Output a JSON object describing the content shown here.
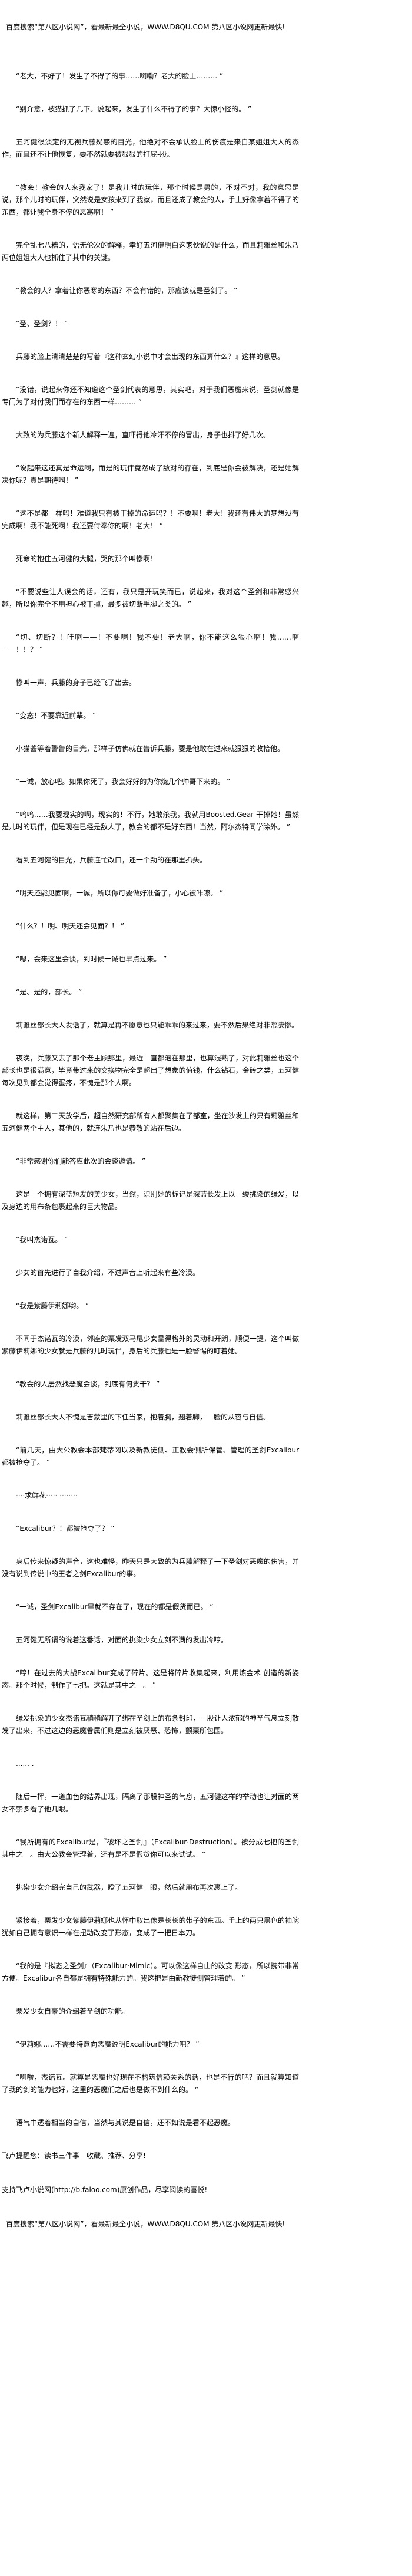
{
  "header_banner": "百度搜索“第八区小说网”，看最新最全小说，WWW.D8QU.COM   第八区小说网更新最快!",
  "paragraphs": [
    "“老大，不好了！发生了不得了的事……啊嘞？老大的脸上……… ”",
    "“别介意，被猫抓了几下。说起来，发生了什么不得了的事？大惊小怪的。 ”",
    "五河健很淡定的无视兵藤疑惑的目光，他绝对不会承认脸上的伤痕是来自某姐姐大人的杰作，而且还不让他恢复，要不然就要被狠狠的打屁-股。",
    "“教会！教会的人来我家了！是我儿时的玩伴，那个时候是男的，不对不对，我的意思是说，那个儿时的玩伴，突然说是女孩来到了我家，而且还成了教会的人，手上好像拿着不得了的东西，都让我全身不停的恶寒啊！ ”",
    "完全乱七八糟的，语无伦次的解释，幸好五河健明白这家伙说的是什么，而且莉雅丝和朱乃两位姐姐大人也抓住了其中的关键。",
    "“教会的人？拿着让你恶寒的东西？不会有错的，那应该就是圣剑了。 ”",
    "“圣、圣剑？！ ”",
    "兵藤的脸上清清楚楚的写着『这种玄幻小说中才会出现的东西算什么？』这样的意思。",
    "“没错，说起来你还不知道这个圣剑代表的意思，其实吧，对于我们恶魔来说，圣剑就像是专门为了对付我们而存在的东西一样……… ”",
    "大致的为兵藤这个新人解释一遍，直吓得他冷汗不停的冒出，身子也抖了好几次。",
    "“说起来这还真是命运啊，而是的玩伴竟然成了敌对的存在，到底是你会被解决，还是她解决你呢？真是期待啊！ ”",
    "“这不是都一样吗！难道我只有被干掉的命运吗？！不要啊！老大！我还有伟大的梦想没有完成啊！我不能死啊！我还要侍奉你的啊！老大！ ”",
    "死命的抱住五河健的大腿，哭的那个叫惨啊！",
    "“不要说些让人误会的话，还有，我只是开玩笑而已，说起来，我对这个圣剑和非常感兴趣，所以你完全不用担心被干掉，最多被切断手脚之类的。 ”",
    "“切、切断？！哇啊——！不要啊！我不要！老大啊，你不能这么狠心啊！我……啊——！！？ ”",
    "惨叫一声，兵藤的身子已经飞了出去。",
    "“变态！不要靠近前辈。 ”",
    "小猫酱等着警告的目光，那样子仿佛就在告诉兵藤，要是他敢在过来就狠狠的收拾他。",
    "“一诚，放心吧。如果你死了，我会好好的为你烧几个帅哥下来的。 ”",
    "“呜呜……我要现实的啊，现实的！不行，她敢杀我，我就用Boosted.Gear 干掉她！虽然是儿时的玩伴，但是现在已经是敌人了，教会的都不是好东西！当然，阿尔杰特同学除外。 ”",
    "看到五河健的目光，兵藤连忙改口，还一个劲的在那里抓头。",
    "“明天还能见面啊，一诚，所以你可要做好准备了，小心被咔嚓。 ”",
    "“什么？！明、明天还会见面？！ ”",
    "“嗯，会来这里会谈，到时候一诚也早点过来。 ”",
    "“是、是的，部长。 ”",
    "莉雅丝部长大人发话了，就算是再不愿意也只能乖乖的来过来，要不然后果绝对非常凄惨。",
    "夜晚，兵藤又去了那个老主顾那里，最近一直都泡在那里，也算混熟了，对此莉雅丝也这个部长也是很满意，毕竟带过来的交换物完全是超出了想象的值钱，什么钻石，金砖之类，五河健每次见到都会觉得蛋疼，不愧是那个人啊。",
    "就这样，第二天放学后，超自然研究部所有人都聚集在了部室，坐在沙发上的只有莉雅丝和五河健两个主人，其他的，就连朱乃也是恭敬的站在后边。",
    "“非常感谢你们能答应此次的会谈邀请。 ”",
    "这是一个拥有深蓝短发的美少女，当然，识别她的标记是深蓝长发上以一缕挑染的绿发，以及身边的用布条包裹起来的巨大物品。",
    "“我叫杰诺瓦。 ”",
    "少女的首先进行了自我介绍，不过声音上听起来有些冷漠。",
    "“我是紫藤伊莉娜哟。 ”",
    "不同于杰诺瓦的冷漠，邻座的栗发双马尾少女显得格外的灵动和开朗，顺便一提，这个叫做紫藤伊莉娜的少女就是兵藤的儿时玩伴，身后的兵藤也是一脸警惕的盯着她。",
    "“教会的人居然找恶魔会谈，到底有何贵干？ ”",
    "莉雅丝部长大人不愧是吉蒙里的下任当家，抱着胸，翘着脚，一脸的从容与自信。",
    "“前几天，由大公教会本部梵蒂冈以及新教徒侧、正教会侧所保管、管理的圣剑Excalibur都被抢夺了。 ”",
    "····求鲜花·····  ········",
    "“Excalibur？！都被抢夺了？ ”",
    "身后传来惊疑的声音，这也难怪，昨天只是大致的为兵藤解释了一下圣剑对恶魔的伤害，并没有说到传说中的王者之剑Excalibur的事。",
    "“一诚，圣剑Excalibur早就不存在了，现在的都是假货而已。 ”",
    "五河健无所谓的说着这番话，对面的挑染少女立刻不满的发出冷哼。",
    "“哼！在过去的大战Excalibur变成了碎片。这是将碎片收集起来，利用炼金术 创造的新姿态。那个时候，制作了七把。这就是其中之一。 ”",
    "绿发挑染的少女杰诺瓦稍稍解开了绑在圣剑上的布条封印，一股让人浓郁的神圣气息立刻散发了出来，不过这边的恶魔眷属们则是立刻被厌恶、恐怖，颤栗所包围。",
    "...... .",
    "随后一挥，一道血色的结界出现，隔离了那股神圣的气息，五河健这样的举动也让对面的两女不禁多看了他几眼。",
    "“我所拥有的Excalibur是，『破坏之圣剑』（Excalibur·Destruction）。被分成七把的圣剑其中之一。由大公教会管理着，还有是不是假货你可以来试试。 ”",
    "挑染少女介绍完自己的武器，瞪了五河健一眼，然后就用布再次裹上了。",
    "紧接着，栗发少女紫藤伊莉娜也从怀中取出像是长长的带子的东西。手上的两只黑色的袖腕犹如自己拥有意识一样在扭动改变了形态，变成了一把日本刀。",
    "“我的是『拟态之圣剑』（Excalibur·Mimic）。可以像这样自由的改变 形态，所以携带非常方便。Excalibur各自都是拥有特殊能力的。我这把是由新教徒侧管理着的。 ”",
    "栗发少女自豪的介绍着圣剑的功能。",
    "“伊莉娜……不需要特意向恶魔说明Excalibur的能力吧？ ”",
    "“啊啦，杰诺瓦。就算是恶魔也好现在不构筑信赖关系的话，也是不行的吧？而且就算知道了我的剑的能力也好，这里的恶魔们之后也是做不到什么的。 ”",
    "语气中透着相当的自信，当然与其说是自信，还不如说是看不起恶魔。"
  ],
  "footer": {
    "reminder": "飞卢提醒您：读书三件事 - 收藏、推荐、分享!",
    "support": "支持飞卢小说网(http://b.faloo.com)原创作品，尽享阅读的喜悦!",
    "banner": "百度搜索“第八区小说网”，看最新最全小说，WWW.D8QU.COM   第八区小说网更新最快!"
  }
}
